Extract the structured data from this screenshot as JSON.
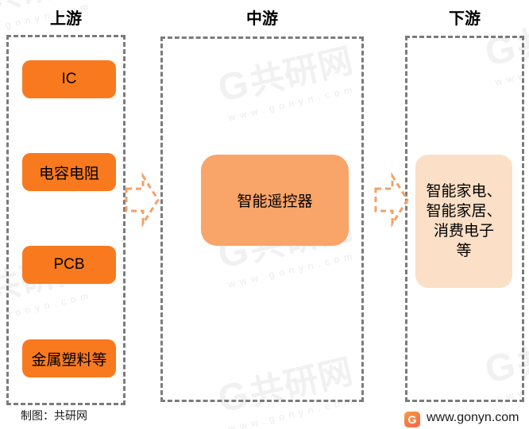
{
  "diagram": {
    "columns": [
      {
        "title": "上游"
      },
      {
        "title": "中游"
      },
      {
        "title": "下游"
      }
    ],
    "upstream_items": [
      "IC",
      "电容电阻",
      "PCB",
      "金属塑料等"
    ],
    "midstream_label": "智能遥控器",
    "downstream_lines": [
      "智能家电、",
      "智能家居、",
      "消费电子",
      "等"
    ]
  },
  "watermark": {
    "logo_letter": "G",
    "brand": "共研网",
    "site": "www.gonyn.com"
  },
  "footer": {
    "credit": "制图：共研网",
    "logo_letter": "G",
    "site": "www.gonyn.com"
  },
  "colors": {
    "upstream_item_bg": "#F97A1E",
    "midstream_box_bg": "#F9A468",
    "downstream_box_bg": "#FBDFC6",
    "arrow_stroke": "#F5A067",
    "dashed_border": "#7B7B7B",
    "watermark_text": "#F1F1F1",
    "logo_gradient_start": "#F7953D",
    "logo_gradient_end": "#F2694F"
  }
}
